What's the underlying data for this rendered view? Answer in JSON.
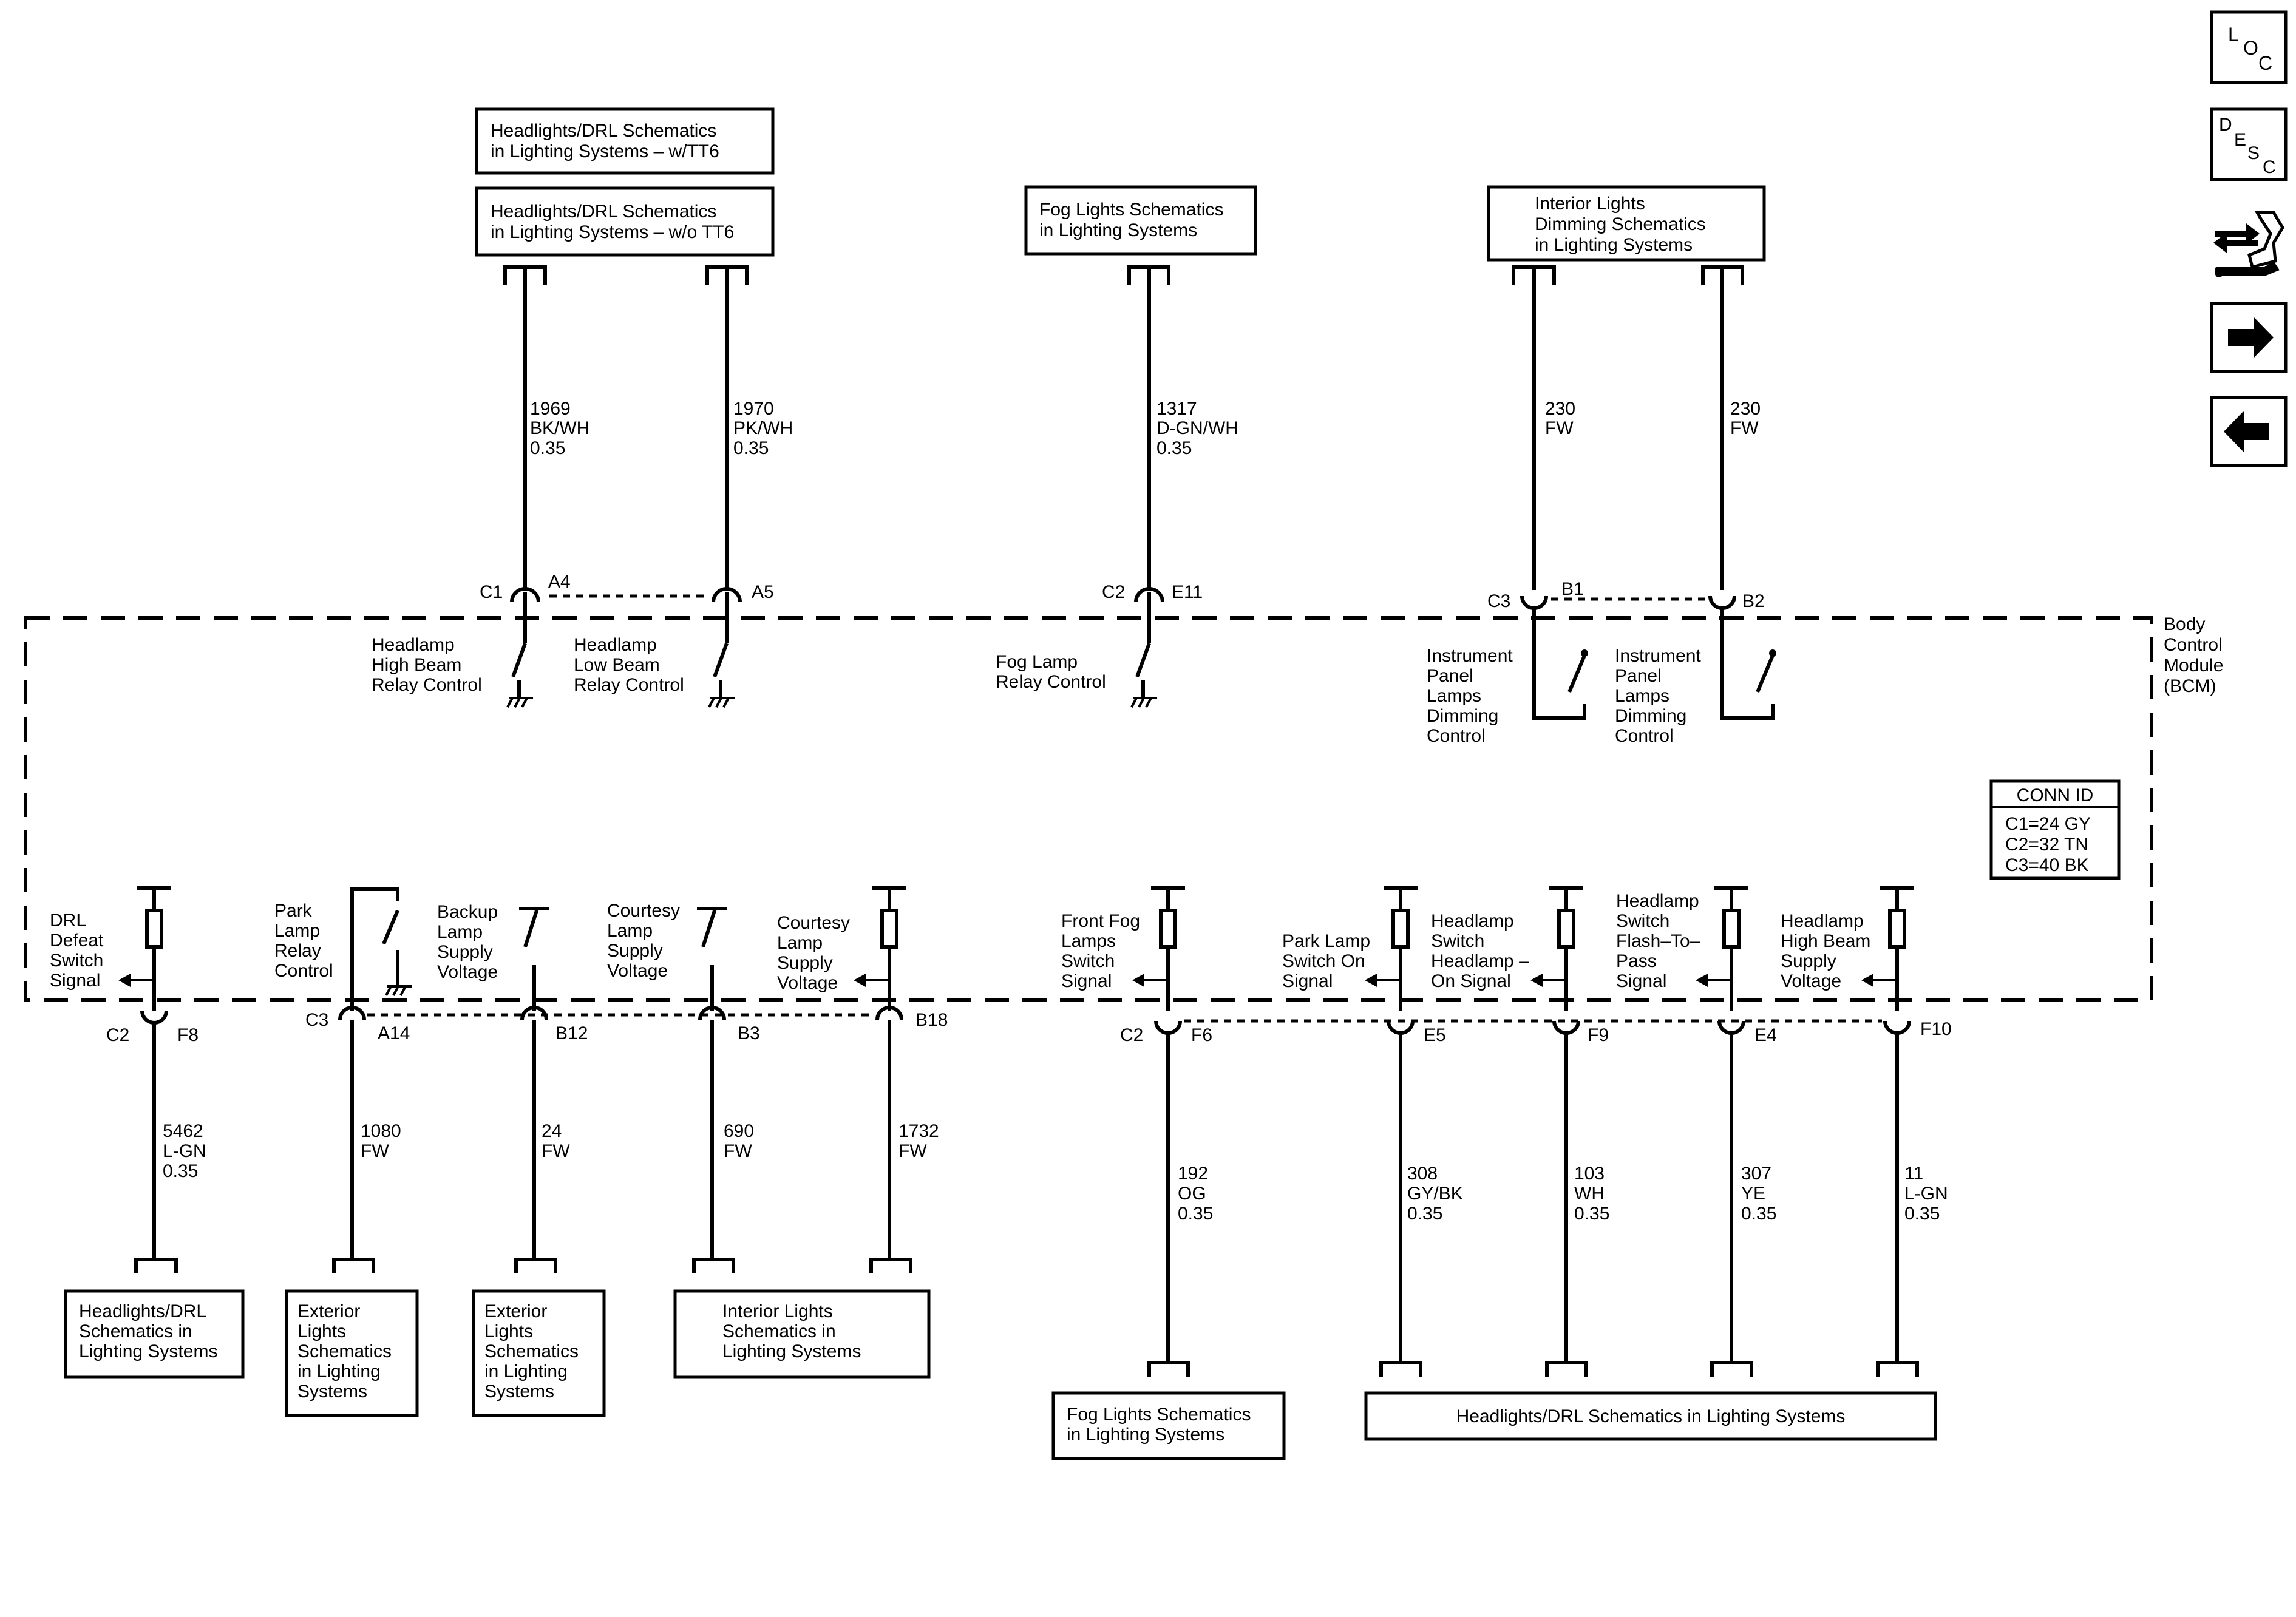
{
  "boxes": {
    "headlights_tt6": [
      "Headlights/DRL Schematics",
      "in Lighting Systems – w/TT6"
    ],
    "headlights_wo_tt6": [
      "Headlights/DRL Schematics",
      "in Lighting Systems – w/o TT6"
    ],
    "fog_top": [
      "Fog Lights Schematics",
      "in Lighting Systems"
    ],
    "interior_dimming": [
      "Interior Lights",
      "Dimming Schematics",
      "in Lighting Systems"
    ],
    "headlights_bottom_left": [
      "Headlights/DRL",
      "Schematics in",
      "Lighting Systems"
    ],
    "exterior_1": [
      "Exterior",
      "Lights",
      "Schematics",
      "in Lighting",
      "Systems"
    ],
    "exterior_2": [
      "Exterior",
      "Lights",
      "Schematics",
      "in Lighting",
      "Systems"
    ],
    "interior_bottom": [
      "Interior Lights",
      "Schematics in",
      "Lighting Systems"
    ],
    "fog_bottom": [
      "Fog Lights Schematics",
      "in Lighting Systems"
    ],
    "headlights_bottom_right": [
      "Headlights/DRL Schematics in Lighting Systems"
    ]
  },
  "wires": {
    "w1969": [
      "1969",
      "BK/WH",
      "0.35"
    ],
    "w1970": [
      "1970",
      "PK/WH",
      "0.35"
    ],
    "w1317": [
      "1317",
      "D-GN/WH",
      "0.35"
    ],
    "w230a": [
      "230",
      "FW"
    ],
    "w230b": [
      "230",
      "FW"
    ],
    "w5462": [
      "5462",
      "L-GN",
      "0.35"
    ],
    "w1080": [
      "1080",
      "FW"
    ],
    "w24": [
      "24",
      "FW"
    ],
    "w690": [
      "690",
      "FW"
    ],
    "w1732": [
      "1732",
      "FW"
    ],
    "w192": [
      "192",
      "OG",
      "0.35"
    ],
    "w308": [
      "308",
      "GY/BK",
      "0.35"
    ],
    "w103": [
      "103",
      "WH",
      "0.35"
    ],
    "w307": [
      "307",
      "YE",
      "0.35"
    ],
    "w11": [
      "11",
      "L-GN",
      "0.35"
    ]
  },
  "pins": {
    "c1": "C1",
    "a4": "A4",
    "a5": "A5",
    "c2_top": "C2",
    "e11": "E11",
    "c3_top": "C3",
    "b1": "B1",
    "b2": "B2",
    "c2_left": "C2",
    "f8": "F8",
    "c3_bot": "C3",
    "a14": "A14",
    "b12": "B12",
    "b3": "B3",
    "b18": "B18",
    "c2_right": "C2",
    "f6": "F6",
    "e5": "E5",
    "f9": "F9",
    "e4": "E4",
    "f10": "F10"
  },
  "functions": {
    "hb_relay": [
      "Headlamp",
      "High Beam",
      "Relay Control"
    ],
    "lb_relay": [
      "Headlamp",
      "Low Beam",
      "Relay Control"
    ],
    "fog_relay": [
      "Fog Lamp",
      "Relay Control"
    ],
    "ip_dim_1": [
      "Instrument",
      "Panel",
      "Lamps",
      "Dimming",
      "Control"
    ],
    "ip_dim_2": [
      "Instrument",
      "Panel",
      "Lamps",
      "Dimming",
      "Control"
    ],
    "drl_defeat": [
      "DRL",
      "Defeat",
      "Switch",
      "Signal"
    ],
    "park_relay": [
      "Park",
      "Lamp",
      "Relay",
      "Control"
    ],
    "backup_supply": [
      "Backup",
      "Lamp",
      "Supply",
      "Voltage"
    ],
    "courtesy_supply_1": [
      "Courtesy",
      "Lamp",
      "Supply",
      "Voltage"
    ],
    "courtesy_supply_2": [
      "Courtesy",
      "Lamp",
      "Supply",
      "Voltage"
    ],
    "front_fog_switch": [
      "Front Fog",
      "Lamps",
      "Switch",
      "Signal"
    ],
    "park_switch_on": [
      "Park Lamp",
      "Switch On",
      "Signal"
    ],
    "hl_switch_on": [
      "Headlamp",
      "Switch",
      "Headlamp –",
      "On Signal"
    ],
    "flash_to_pass": [
      "Headlamp",
      "Switch",
      "Flash–To–",
      "Pass",
      "Signal"
    ],
    "hb_supply": [
      "Headlamp",
      "High Beam",
      "Supply",
      "Voltage"
    ]
  },
  "module": {
    "name": [
      "Body",
      "Control",
      "Module",
      "(BCM)"
    ],
    "conn_id_title": "CONN ID",
    "conn_id_rows": [
      "C1=24 GY",
      "C2=32 TN",
      "C3=40 BK"
    ]
  },
  "nav": {
    "loc": [
      "L",
      "O",
      "C"
    ],
    "desc": [
      "D",
      "E",
      "S",
      "C"
    ]
  },
  "icons": {
    "connector_end": "connector-end-icon",
    "ground": "ground-icon",
    "switch": "switch-icon",
    "resistor": "resistor-icon",
    "arrow_output": "signal-arrow-icon",
    "forward": "arrow-right-icon",
    "back": "arrow-left-icon",
    "repair": "repair-wrench-icon"
  }
}
